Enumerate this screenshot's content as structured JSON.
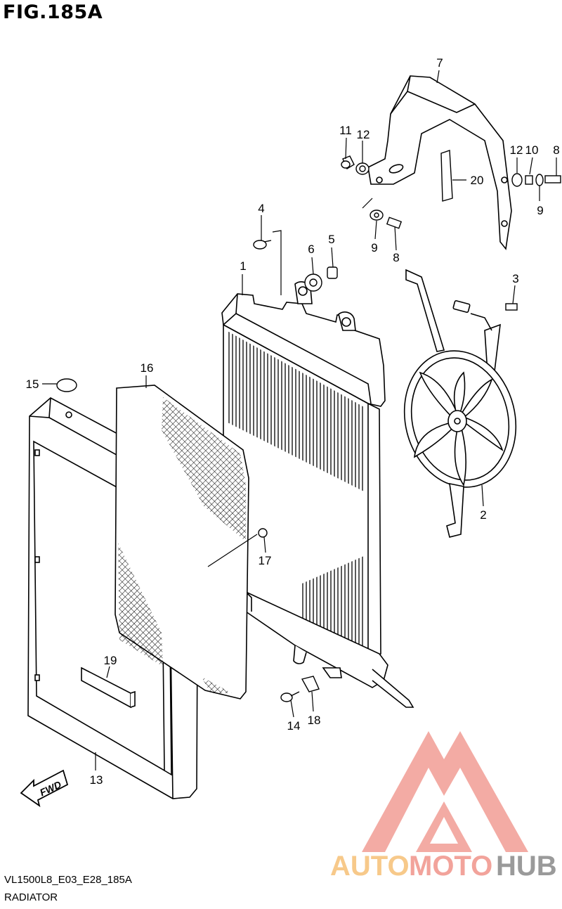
{
  "figure": {
    "title": "FIG.185A",
    "drawing_code": "VL1500L8_E03_E28_185A",
    "section_name": "RADIATOR",
    "fwd_label": "FWD"
  },
  "watermark": {
    "word_auto": "AUTO",
    "word_moto": "MOTO",
    "word_hub": "HUB",
    "color_triangle": "#f2a39b",
    "color_auto": "#f7c98a",
    "color_moto": "#f2a39b",
    "color_hub": "#9a9a9a"
  },
  "callouts": [
    {
      "id": "c1",
      "label": "1"
    },
    {
      "id": "c2",
      "label": "2"
    },
    {
      "id": "c3",
      "label": "3"
    },
    {
      "id": "c4",
      "label": "4"
    },
    {
      "id": "c5",
      "label": "5"
    },
    {
      "id": "c6",
      "label": "6"
    },
    {
      "id": "c7",
      "label": "7"
    },
    {
      "id": "c8a",
      "label": "8"
    },
    {
      "id": "c8b",
      "label": "8"
    },
    {
      "id": "c9a",
      "label": "9"
    },
    {
      "id": "c9b",
      "label": "9"
    },
    {
      "id": "c10",
      "label": "10"
    },
    {
      "id": "c11",
      "label": "11"
    },
    {
      "id": "c12a",
      "label": "12"
    },
    {
      "id": "c12b",
      "label": "12"
    },
    {
      "id": "c13",
      "label": "13"
    },
    {
      "id": "c14",
      "label": "14"
    },
    {
      "id": "c15",
      "label": "15"
    },
    {
      "id": "c16",
      "label": "16"
    },
    {
      "id": "c17",
      "label": "17"
    },
    {
      "id": "c18",
      "label": "18"
    },
    {
      "id": "c19",
      "label": "19"
    },
    {
      "id": "c20",
      "label": "20"
    }
  ]
}
